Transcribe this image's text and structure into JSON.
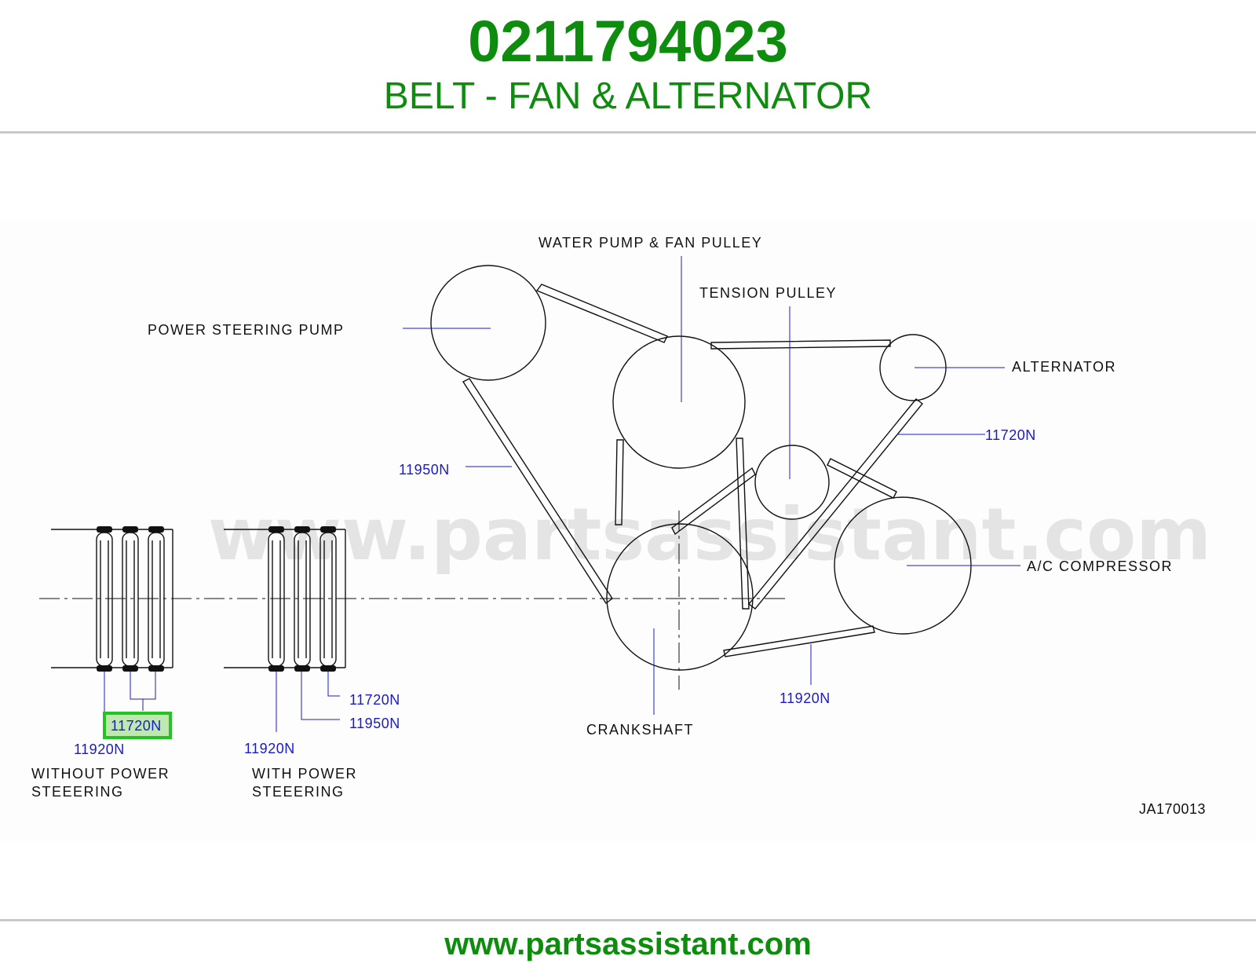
{
  "header": {
    "part_number": "0211794023",
    "title": "BELT - FAN & ALTERNATOR"
  },
  "diagram": {
    "watermark": "www.partsassistant.com",
    "component_labels": {
      "water_pump": "WATER  PUMP  &  FAN  PULLEY",
      "tension_pulley": "TENSION  PULLEY",
      "power_steering_pump": "POWER  STEERING  PUMP",
      "alternator": "ALTERNATOR",
      "ac_compressor": "A/C  COMPRESSOR",
      "crankshaft": "CRANKSHAFT"
    },
    "belt_labels": {
      "main_11720n": "11720N",
      "main_11950n": "11950N",
      "main_11920n": "11920N",
      "left_11720n": "11720N",
      "left_11920n": "11920N",
      "mid_11720n": "11720N",
      "mid_11950n": "11950N",
      "mid_11920n": "11920N"
    },
    "captions": {
      "without_line1": "WITHOUT  POWER",
      "without_line2": "STEEERING",
      "with_line1": "WITH  POWER",
      "with_line2": "STEEERING"
    },
    "drawing_code": "JA170013"
  },
  "footer": {
    "url": "www.partsassistant.com"
  },
  "colors": {
    "brand_green": "#0e8c0e",
    "part_link_blue": "#1a1acc",
    "highlight_green": "#22c322",
    "highlight_fill": "#bfe8b0",
    "rule_gray": "#c8c8c8"
  }
}
